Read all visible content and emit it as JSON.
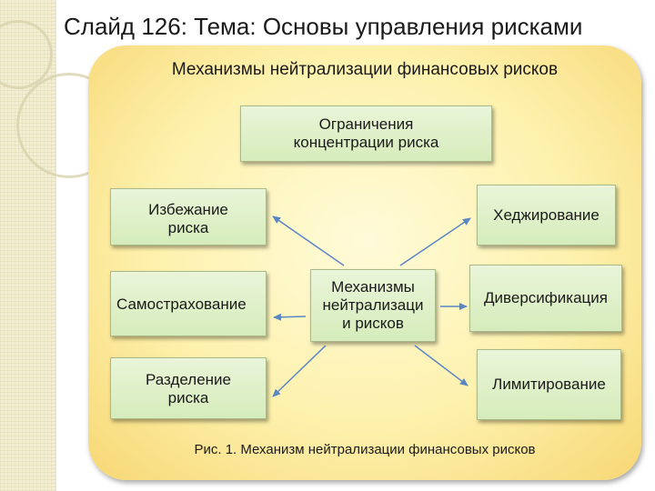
{
  "slide": {
    "title": "Слайд 126: Тема: Основы управления рисками"
  },
  "diagram": {
    "heading": "Механизмы нейтрализации финансовых рисков",
    "top_box": [
      "Ограничения",
      "концентрации риска"
    ],
    "center_box": [
      "Механизмы",
      "нейтрализаци",
      "и рисков"
    ],
    "left_boxes": [
      {
        "lines": [
          "Избежание",
          "риска"
        ]
      },
      {
        "lines": [
          "Самострахование"
        ]
      },
      {
        "lines": [
          "Разделение",
          "риска"
        ]
      }
    ],
    "right_boxes": [
      {
        "lines": [
          "Хеджирование"
        ]
      },
      {
        "lines": [
          "Диверсификация"
        ]
      },
      {
        "lines": [
          "Лимитирование"
        ]
      }
    ],
    "caption": "Рис. 1. Механизм нейтрализации финансовых рисков"
  },
  "colors": {
    "panel": "#fdf1ac",
    "box_fill": "#d6ecbb",
    "arrow": "#5b86c4"
  }
}
